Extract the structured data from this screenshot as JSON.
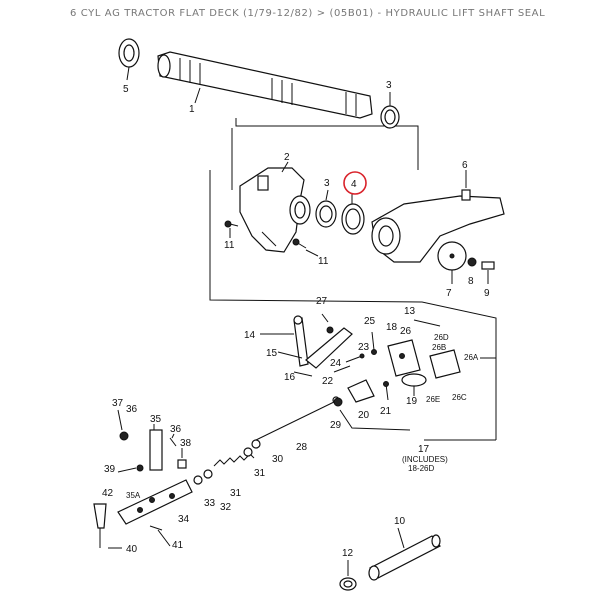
{
  "breadcrumb": "6 CYL AG TRACTOR FLAT DECK (1/79-12/82) > (05B01) - HYDRAULIC LIFT SHAFT SEAL",
  "callouts": {
    "c1": "1",
    "c2": "2",
    "c3a": "3",
    "c3b": "3",
    "c4": "4",
    "c5": "5",
    "c6": "6",
    "c7": "7",
    "c8": "8",
    "c9": "9",
    "c10": "10",
    "c11a": "11",
    "c11b": "11",
    "c12": "12",
    "c13": "13",
    "c14": "14",
    "c15": "15",
    "c16": "16",
    "c17": "17",
    "c18": "18",
    "c19": "19",
    "c20": "20",
    "c21": "21",
    "c22": "22",
    "c23": "23",
    "c24": "24",
    "c25": "25",
    "c26": "26",
    "c26a": "26A",
    "c26b": "26B",
    "c26c": "26C",
    "c26d": "26D",
    "c26e": "26E",
    "c27": "27",
    "c28": "28",
    "c29": "29",
    "c30": "30",
    "c31a": "31",
    "c31b": "31",
    "c32": "32",
    "c33": "33",
    "c34": "34",
    "c35": "35",
    "c35a": "35A",
    "c36": "36",
    "c37": "37",
    "c38": "38",
    "c39": "39",
    "c40": "40",
    "c41": "41",
    "c42": "42"
  },
  "includes": {
    "line1": "(INCLUDES)",
    "line2": "18-26D"
  },
  "highlight": {
    "part": "4",
    "color": "#d9222a"
  }
}
